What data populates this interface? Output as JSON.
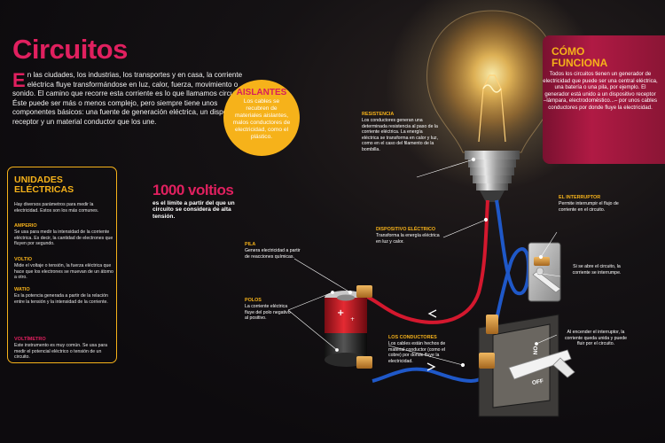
{
  "title": "Circuitos",
  "intro": {
    "cap": "E",
    "text": "n las ciudades, los industrias, los transportes y en casa, la corriente eléctrica fluye transformándose en luz, calor, fuerza, movimiento o sonido. El camino que recorre esta corriente es lo que llamamos circuito. Éste puede ser más o menos complejo, pero siempre tiene unos componentes básicos: una fuente de generación eléctrica, un dispositivo receptor y un material conductor que los une."
  },
  "aislantes": {
    "title": "AISLANTES",
    "text": "Los cables se recubren de materiales aislantes, malos conductores de electricidad, como el plástico."
  },
  "units": {
    "title": "UNIDADES ELÉCTRICAS",
    "intro": "Hay diversos parámetros para medir la electricidad. Estos son los más comunes.",
    "items": [
      {
        "head": "AMPERIO",
        "text": "Se usa para medir la intensidad de la corriente eléctrica. Es decir, la cantidad de electrones que fluyen por segundo."
      },
      {
        "head": "VOLTIO",
        "text": "Mide el voltaje o tensión, la fuerza eléctrica que hace que los electrones se muevan de un átomo a otro."
      },
      {
        "head": "WATIO",
        "text": "Es la potencia generada a partir de la relación entre la tensión y la intensidad de la corriente."
      },
      {
        "head": "VOLTÍMETRO",
        "text": "Este instrumento es muy común. Se usa para medir el potencial eléctrico o tensión de un circuito."
      }
    ]
  },
  "volt": {
    "title": "1000 voltios",
    "text": "es el límite a partir del que un circuito se considera de alta tensión."
  },
  "como": {
    "title_line1": "CÓMO",
    "title_line2": "FUNCIONA",
    "text": "Todos los circuitos tienen un generador de electricidad que puede ser una central eléctrica, una batería o una pila, por ejemplo. El generador está unido a un dispositivo receptor –lámpara, electrodoméstico...– por unos cables conductores por donde fluye la electricidad."
  },
  "labels": {
    "resistencia": {
      "head": "RESISTENCIA",
      "text": "Los conductores generan una determinada resistencia al paso de la corriente eléctrica. La energía eléctrica se transforma en calor y luz, como en el caso del filamento de la bombilla."
    },
    "dispositivo": {
      "head": "DISPOSITIVO ELÉCTRICO",
      "text": "Transforma la energía eléctrica en luz y calor."
    },
    "pila": {
      "head": "PILA",
      "text": "Genera electricidad a partir de reacciones químicas."
    },
    "polos": {
      "head": "POLOS",
      "text": "La corriente eléctrica fluye del polo negativo al positivo."
    },
    "conductores": {
      "head": "LOS CONDUCTORES",
      "text": "Los cables están hechos de material conductor (como el cobre) por donde fluye la electricidad."
    },
    "interruptor": {
      "head": "EL INTERRUPTOR",
      "text": "Permite interrumpir el flujo de corriente en el circuito."
    },
    "abre": {
      "text": "Si se abre el circuito, la corriente se interrumpe."
    },
    "enciende": {
      "text": "Al encender el interruptor, la corriente queda unida y puede fluir por el circuito."
    }
  },
  "switch_labels": {
    "on": "ON",
    "off": "OFF"
  },
  "colors": {
    "accent_pink": "#e0205f",
    "accent_yellow": "#f6b21a",
    "background": "#0f0d10",
    "wire_red": "#d4182e",
    "wire_blue": "#1f58c8"
  }
}
